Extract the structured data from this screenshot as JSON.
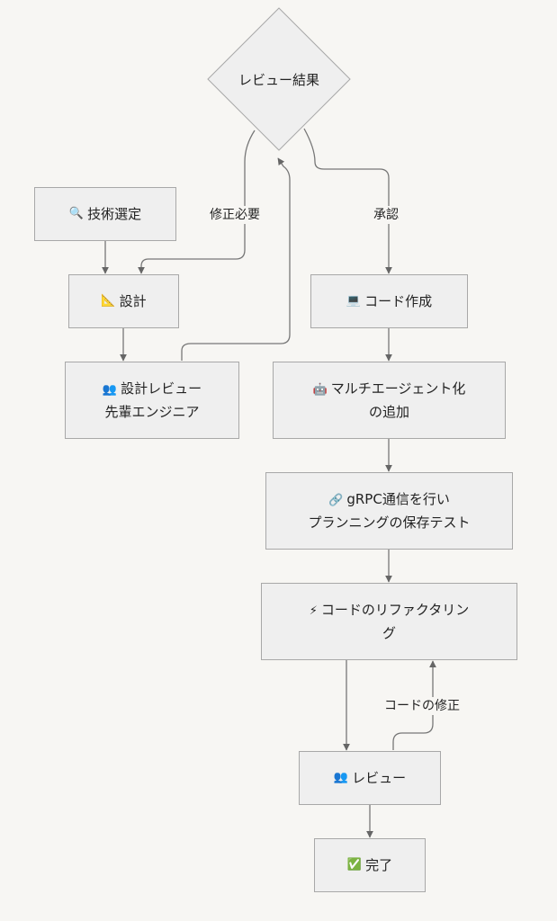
{
  "nodes": {
    "review_result": "レビュー結果",
    "tech_select": "技術選定",
    "design": "設計",
    "design_review_1": "設計レビュー",
    "design_review_2": "先輩エンジニア",
    "code_create": "コード作成",
    "multi_agent_1": "マルチエージェント化",
    "multi_agent_2": "の追加",
    "grpc_1": "gRPC通信を行い",
    "grpc_2": "プランニングの保存テスト",
    "refactor_1": "コードのリファクタリン",
    "refactor_2": "グ",
    "review": "レビュー",
    "done": "完了"
  },
  "edges": {
    "fix_needed": "修正必要",
    "approved": "承認",
    "code_fix": "コードの修正"
  },
  "icons": {
    "tech_select": "magnifier-icon",
    "design": "triangle-ruler-icon",
    "design_review": "people-icon",
    "code_create": "laptop-icon",
    "multi_agent": "robot-icon",
    "grpc": "link-icon",
    "refactor": "lightning-icon",
    "review": "people-icon",
    "done": "check-box-icon"
  }
}
